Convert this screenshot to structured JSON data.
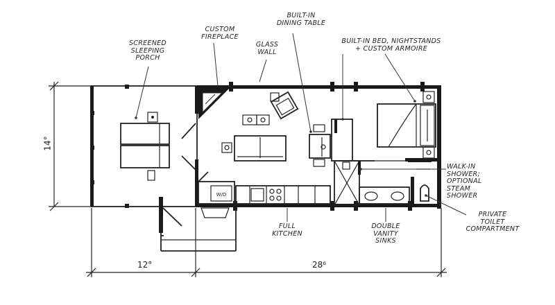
{
  "labels": {
    "sleeping_porch": [
      "SCREENED",
      "SLEEPING",
      "PORCH"
    ],
    "fireplace": [
      "CUSTOM",
      "FIREPLACE"
    ],
    "glass_wall": [
      "GLASS",
      "WALL"
    ],
    "dining_table": [
      "BUILT-IN",
      "DINING TABLE"
    ],
    "bed": [
      "BUILT-IN BED, NIGHTSTANDS",
      "+ CUSTOM ARMOIRE"
    ],
    "shower": [
      "WALK-IN",
      "SHOWER;",
      "OPTIONAL",
      "STEAM",
      "SHOWER"
    ],
    "toilet": [
      "PRIVATE",
      "TOILET",
      "COMPARTMENT"
    ],
    "kitchen": [
      "FULL",
      "KITCHEN"
    ],
    "vanity": [
      "DOUBLE",
      "VANITY",
      "SINKS"
    ],
    "washer_dryer": "W/D"
  },
  "dimensions": {
    "height": "14°",
    "porch_width": "12°",
    "main_width": "28⁶"
  }
}
